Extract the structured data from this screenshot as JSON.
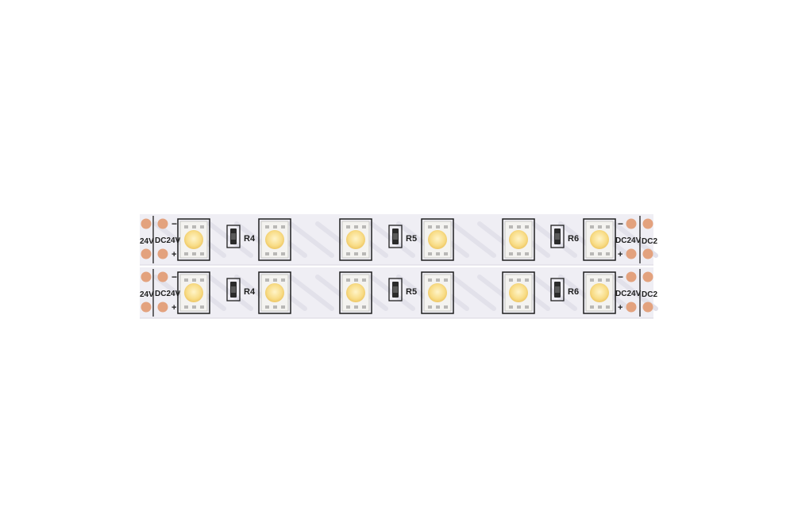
{
  "colors": {
    "background": "#ffffff",
    "pcb": "#efeef4",
    "pcb_edge": "#d8d7df",
    "silkscreen": "#1e1e1e",
    "copper_pad": "#e3a27e",
    "led_body": "#f4f3f0",
    "led_emitter": "#f8dc86",
    "resistor_body": "#2b2b2b"
  },
  "strip": {
    "rows": [
      {
        "minus_label": "−",
        "plus_label": "+",
        "left_partial_label": "24V",
        "left_voltage_label": "DC24V",
        "right_voltage_label": "DC24V",
        "right_partial_label": "DC2",
        "resistor_labels": [
          "R4",
          "R5",
          "R6"
        ]
      },
      {
        "minus_label": "−",
        "plus_label": "+",
        "left_partial_label": "24V",
        "left_voltage_label": "DC24V",
        "right_voltage_label": "DC24V",
        "right_partial_label": "DC2",
        "resistor_labels": [
          "R4",
          "R5",
          "R6"
        ]
      }
    ]
  }
}
